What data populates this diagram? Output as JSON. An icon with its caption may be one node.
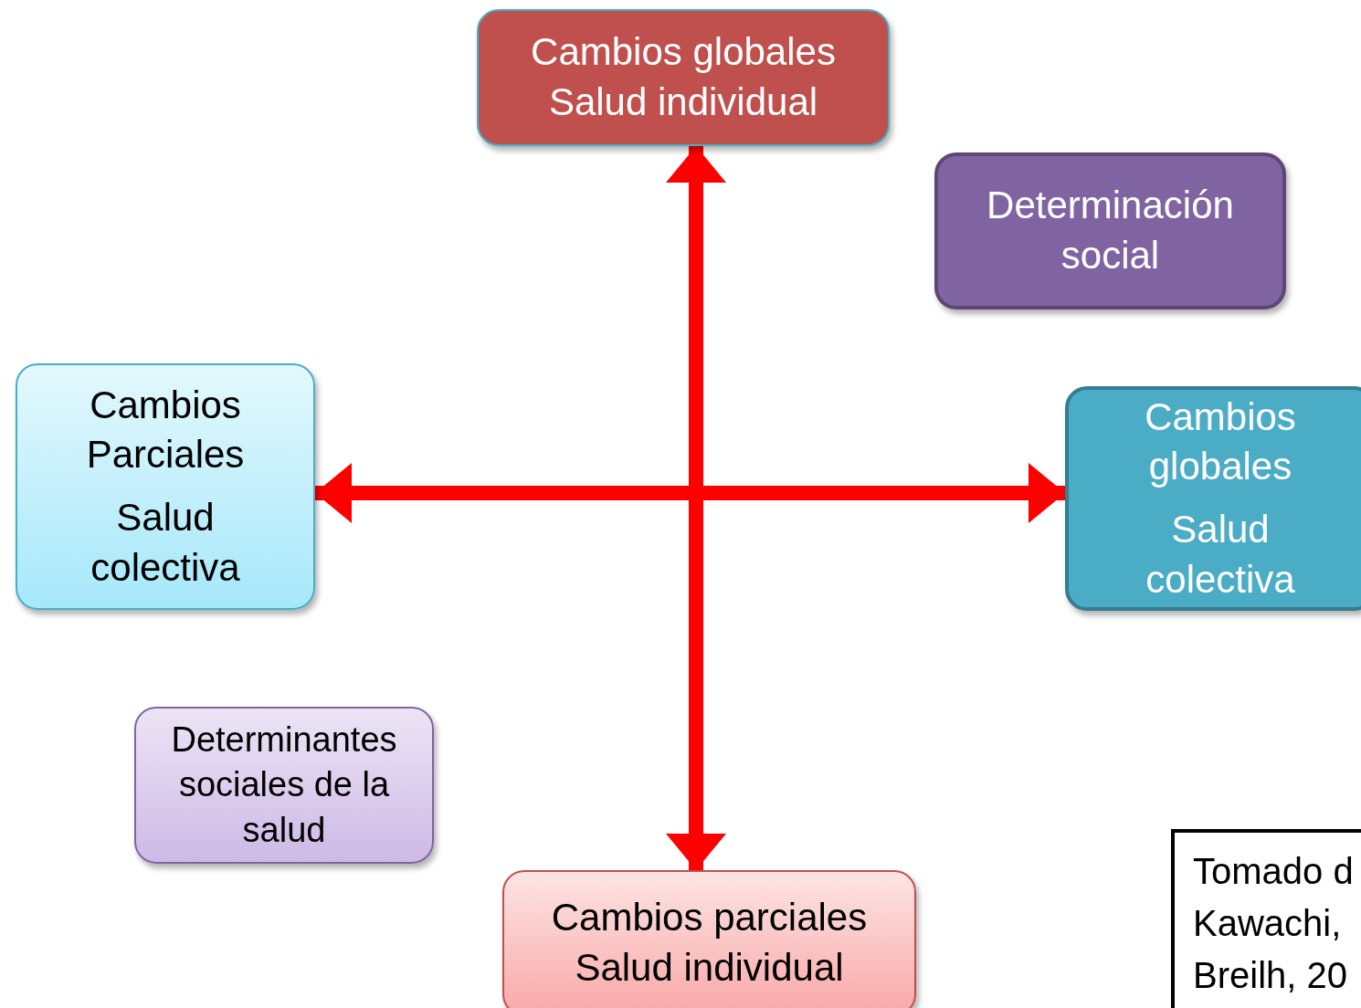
{
  "diagram": {
    "nodes": [
      {
        "text": [
          "Cambios globales Salud individual"
        ]
      },
      {
        "text": [
          "Determinación social"
        ]
      },
      {
        "text": [
          "Cambios Parciales",
          "Salud colectiva"
        ]
      },
      {
        "text": [
          "Cambios globales",
          "Salud colectiva"
        ]
      },
      {
        "text": [
          "Determinantes sociales de la salud"
        ]
      },
      {
        "text": [
          "Cambios parciales Salud individual"
        ]
      }
    ],
    "edges": [
      {
        "from": 0,
        "to": 5,
        "arrow": "both"
      },
      {
        "from": 2,
        "to": 3,
        "arrow": "both"
      }
    ],
    "labels": [
      "Tomado d Kawachi, Breilh, 20"
    ]
  }
}
